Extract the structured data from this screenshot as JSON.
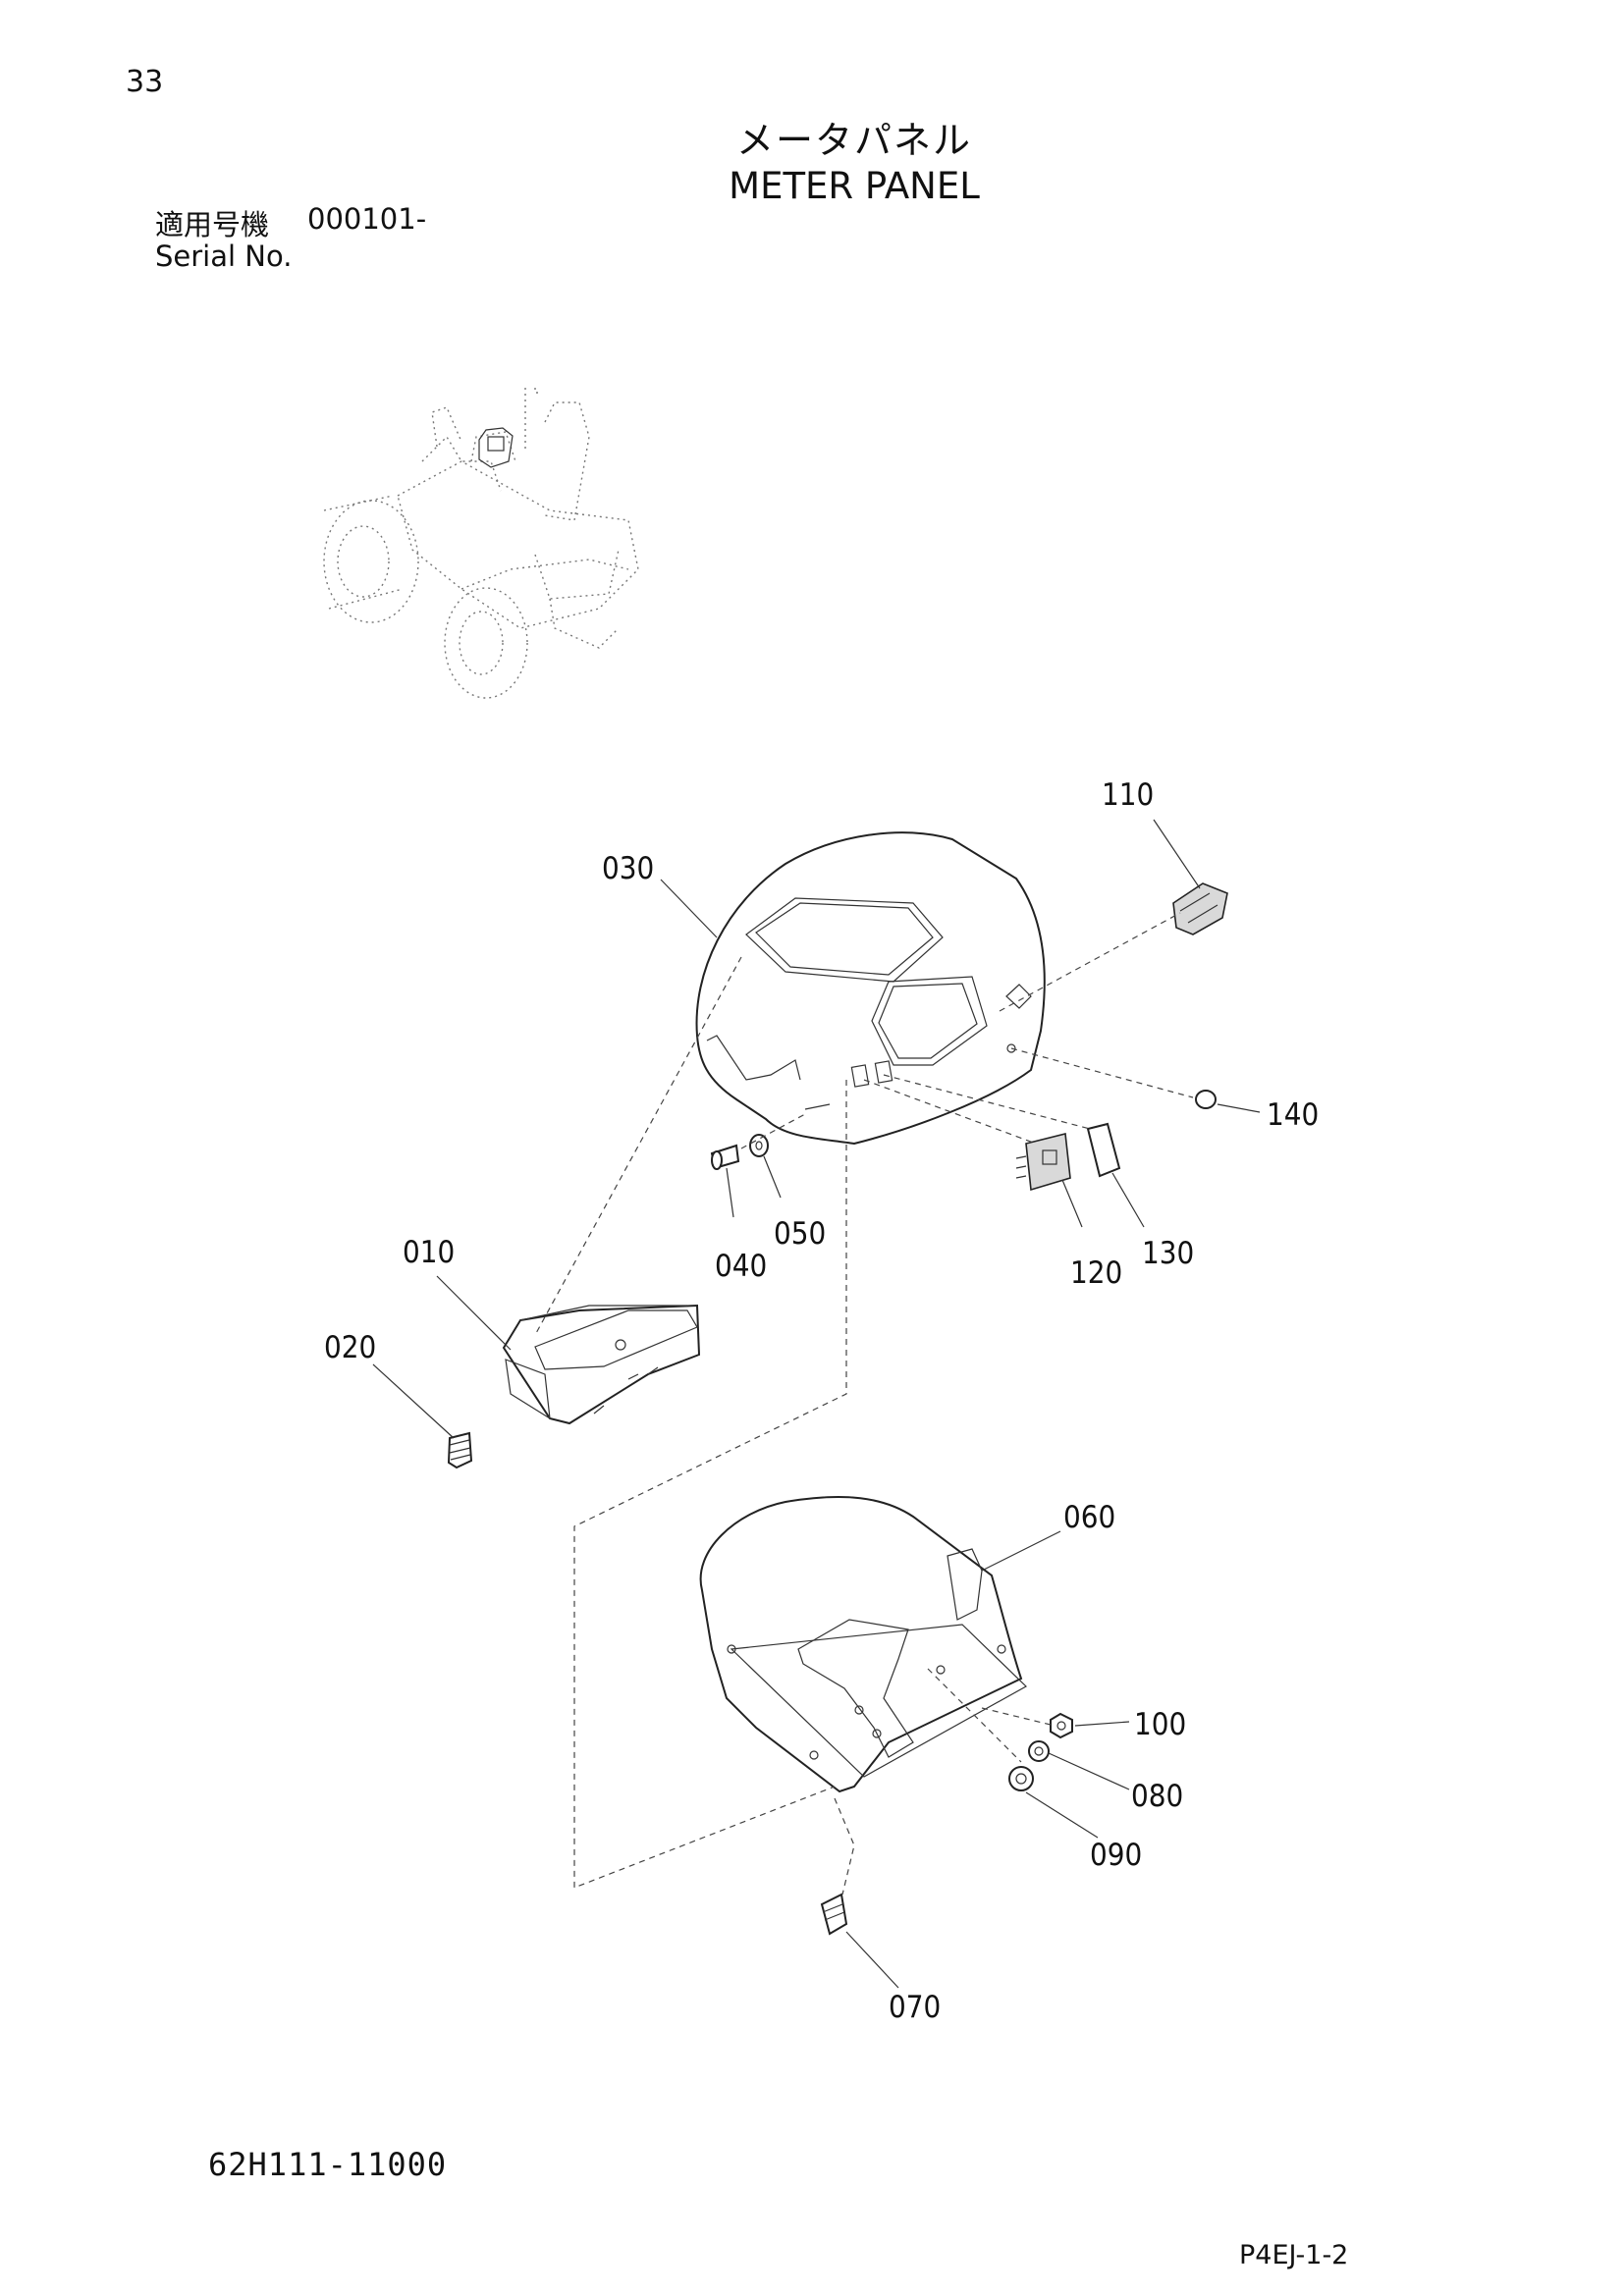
{
  "page": {
    "number": "33",
    "title_ja": "メータパネル",
    "title_en": "METER PANEL",
    "serial_label_ja": "適用号機",
    "serial_range": "000101-",
    "serial_label_en": "Serial No.",
    "part_number": "62H111-11000",
    "page_code": "P4EJ-1-2"
  },
  "callouts": [
    "010",
    "020",
    "030",
    "040",
    "050",
    "060",
    "070",
    "080",
    "090",
    "100",
    "110",
    "120",
    "130",
    "140"
  ],
  "colors": {
    "line": "#222222",
    "background": "#ffffff",
    "shade": "#d9d9d9"
  }
}
